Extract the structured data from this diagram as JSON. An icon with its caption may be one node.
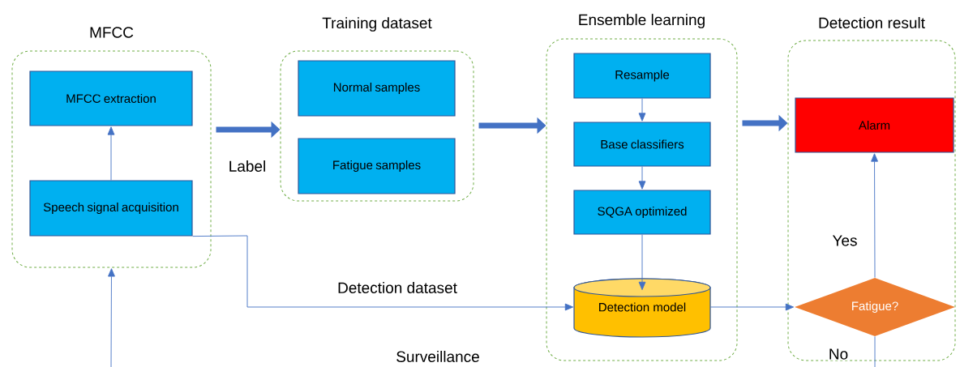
{
  "diagram": {
    "nodes": [
      {
        "text": [
          "MFCC"
        ]
      },
      {
        "text": [
          "MFCC extraction"
        ],
        "in": 0
      },
      {
        "text": [
          "Speech signal acquisition"
        ],
        "in": 0
      },
      {
        "text": [
          "Training dataset"
        ]
      },
      {
        "text": [
          "Normal samples"
        ],
        "in": 3
      },
      {
        "text": [
          "Fatigue samples"
        ],
        "in": 3
      },
      {
        "text": [
          "Ensemble learning"
        ]
      },
      {
        "text": [
          "Resample"
        ],
        "in": 6
      },
      {
        "text": [
          "Base classifiers"
        ],
        "in": 6
      },
      {
        "text": [
          "SQGA optimized"
        ],
        "in": 6
      },
      {
        "text": [
          "Detection model"
        ],
        "in": 6
      },
      {
        "text": [
          "Detection result"
        ]
      },
      {
        "text": [
          "Alarm"
        ],
        "in": 11
      },
      {
        "text": [
          "Fatigue?"
        ],
        "in": 11
      }
    ],
    "edges": [
      {
        "from": null,
        "to": 0,
        "arrow": "to"
      },
      {
        "from": 2,
        "to": 1,
        "arrow": "to"
      },
      {
        "from": 0,
        "to": 3,
        "arrow": "to",
        "style": "thick",
        "label": "Label"
      },
      {
        "from": 3,
        "to": 6,
        "arrow": "to",
        "style": "thick"
      },
      {
        "from": 6,
        "to": 11,
        "arrow": "to",
        "style": "thick"
      },
      {
        "from": 7,
        "to": 8,
        "arrow": "to"
      },
      {
        "from": 8,
        "to": 9,
        "arrow": "to"
      },
      {
        "from": 9,
        "to": 10,
        "arrow": "to"
      },
      {
        "from": 2,
        "to": 10,
        "arrow": "to",
        "label": "Detection dataset"
      },
      {
        "from": 10,
        "to": 13,
        "arrow": "to"
      },
      {
        "from": 13,
        "to": 12,
        "arrow": "to",
        "label": "Yes"
      },
      {
        "from": 13,
        "to": null,
        "arrow": "none",
        "label": "No"
      }
    ],
    "labels": [
      "Surveillance"
    ]
  }
}
